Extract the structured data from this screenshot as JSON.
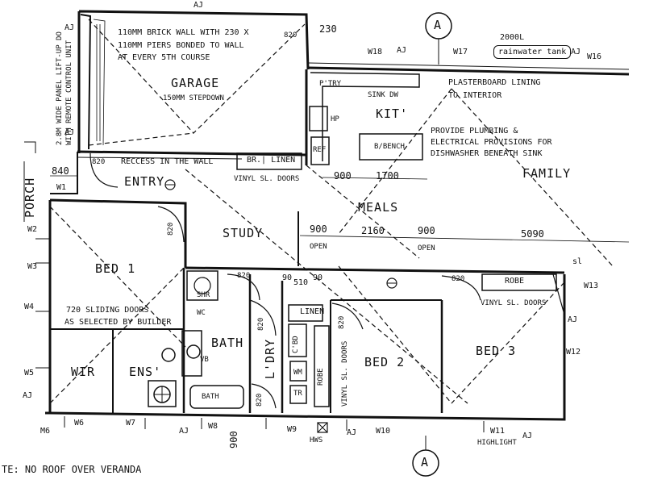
{
  "labels": {
    "garage": "GARAGE",
    "garage_note": "150MM STEPDOWN",
    "brick_note_1": "110MM BRICK WALL WITH 230 X",
    "brick_note_2": "110MM PIERS BONDED TO WALL",
    "brick_note_3": "AT EVERY 5TH COURSE",
    "door_820_garage": "820",
    "dim_230": "230",
    "panel_note_1": "2.8M WIDE PANEL LIFT-UP DO",
    "panel_note_2": "WITH REMOTE CONTROL UNIT",
    "tank_capacity": "2000L",
    "tank_label": "rainwater tank",
    "w18": "W18",
    "w17": "W17",
    "w16": "W16",
    "aj": "AJ",
    "section_marker": "A",
    "ptry": "P'TRY",
    "sink_dw": "SINK DW",
    "kit": "KIT'",
    "hp": "HP",
    "ref": "REF",
    "bbench": "B/BENCH",
    "plaster_1": "PLASTERBOARD LINING",
    "plaster_2": "TO INTERIOR",
    "plumb_1": "PROVIDE PLUMBING &",
    "plumb_2": "ELECTRICAL PROVISIONS FOR",
    "plumb_3": "DISHWASHER BENEATH SINK",
    "family": "FAMILY",
    "dim_900": "900",
    "dim_1700": "1700",
    "meals": "MEALS",
    "dim_2160": "2160",
    "dim_5090": "5090",
    "open": "OPEN",
    "recess": "RECCESS IN THE WALL",
    "br_linen": "BR.| LINEN",
    "vinyl_doors": "VINYL SL. DOORS",
    "entry": "ENTRY",
    "porch": "PORCH",
    "dim_840": "840",
    "w1": "W1",
    "w2": "W2",
    "w3": "W3",
    "w4": "W4",
    "w5": "W5",
    "w6": "W6",
    "w7": "W7",
    "w8": "W8",
    "w9": "W9",
    "w10": "W10",
    "w11": "W11",
    "w12": "W12",
    "w13": "W13",
    "study": "STUDY",
    "bed1": "BED 1",
    "sliding_1": "720 SLIDING DOORS",
    "sliding_2": "AS SELECTED BY BUILDER",
    "shr": "SHR",
    "wc": "WC",
    "bath": "BATH",
    "vb": "VB",
    "bath_tub": "BATH",
    "wir": "WIR",
    "ens": "ENS'",
    "ldry": "L'DRY",
    "linen": "LINEN",
    "cbd": "C'BD",
    "robe": "ROBE",
    "bed2": "BED 2",
    "bed3": "BED 3",
    "robe3": "ROBE",
    "sl": "sl",
    "hws": "HWS",
    "highlight": "HIGHLIGHT",
    "dim_90": "90",
    "dim_510": "510",
    "note_bottom": "TE: NO ROOF OVER VERANDA",
    "door_820": "820",
    "tr": "TR",
    "wm": "WM"
  }
}
